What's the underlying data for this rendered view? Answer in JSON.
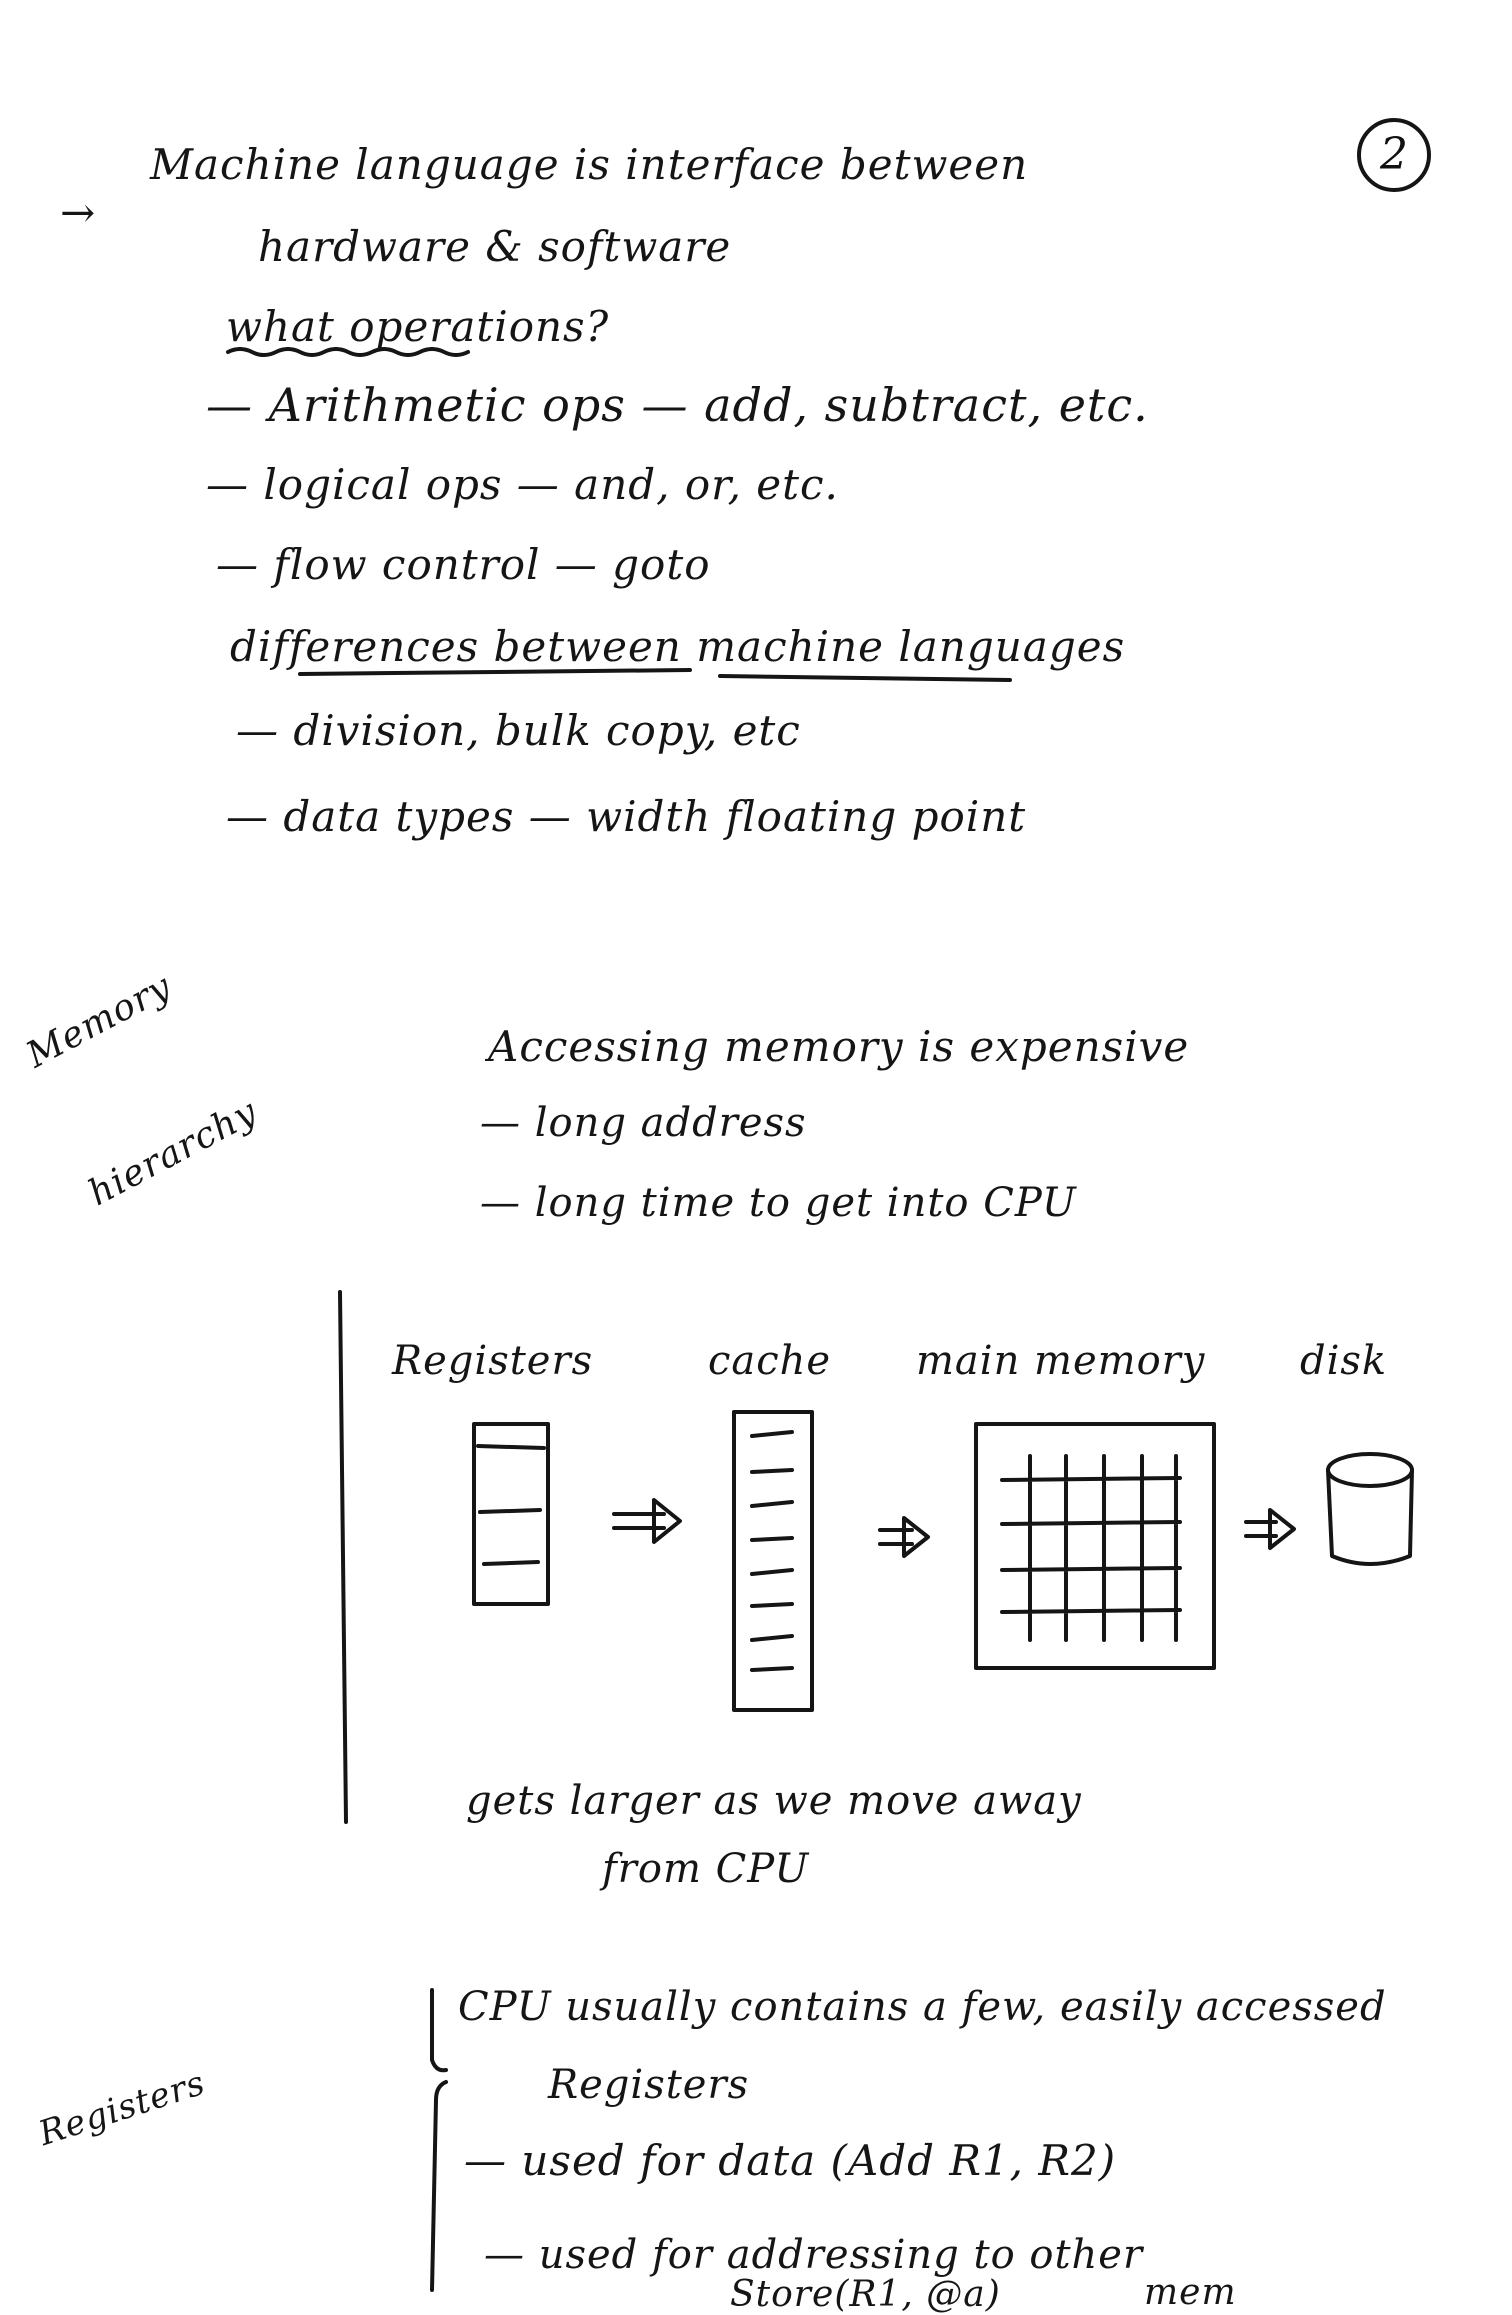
{
  "page_number": "2",
  "arrow_bullet": "→",
  "section1": {
    "intro_line1": "Machine language is interface between",
    "intro_line2": "hardware & software",
    "heading_ops": "what operations?",
    "ops": [
      "— Arithmetic ops — add, subtract, etc.",
      "— logical ops — and, or, etc.",
      "— flow control — goto"
    ],
    "heading_diff": "differences between machine languages",
    "diffs": [
      "— division, bulk copy, etc",
      "— data types — width floating point"
    ]
  },
  "memory_section": {
    "margin_label_1": "Memory",
    "margin_label_2": "hierarchy",
    "heading": "Accessing memory is expensive",
    "points": [
      "— long address",
      "— long time to get into CPU"
    ],
    "diagram_labels": [
      "Registers",
      "cache",
      "main memory",
      "disk"
    ],
    "footer_line1": "gets larger as we move away",
    "footer_line2": "from CPU"
  },
  "registers_section": {
    "margin_label": "Registers",
    "line1": "CPU usually contains a few, easily accessed",
    "line2": "Registers",
    "line3": "— used for data (Add R1, R2)",
    "line4": "— used for addressing to other",
    "line4_suffix": "mem",
    "line5": "Store(R1, @a)"
  }
}
